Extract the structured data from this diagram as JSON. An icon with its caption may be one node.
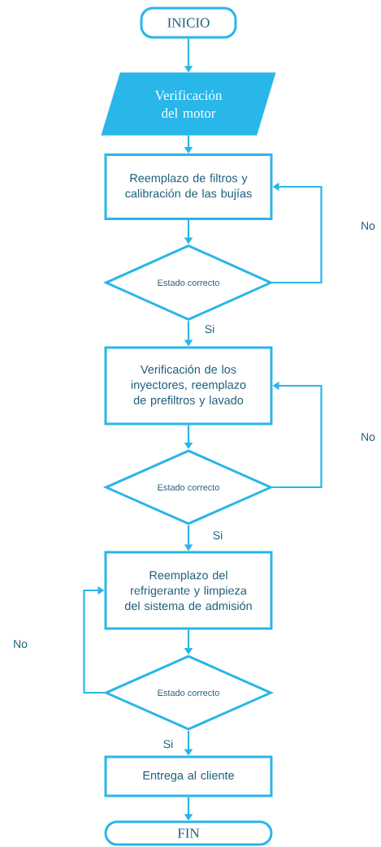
{
  "diagram": {
    "nodes": [
      {
        "text": [
          "INICIO"
        ]
      },
      {
        "text": [
          "Verificación del motor"
        ]
      },
      {
        "text": [
          "Reemplazo de filtros y calibración de las bujías"
        ]
      },
      {
        "text": [
          "Estado correcto"
        ]
      },
      {
        "text": [
          "Verificación de los inyectores, reemplazo de prefiltros y lavado"
        ]
      },
      {
        "text": [
          "Estado correcto"
        ]
      },
      {
        "text": [
          "Reemplazo del refrigerante y limpieza del sistema de admisión"
        ]
      },
      {
        "text": [
          "Estado correcto"
        ]
      },
      {
        "text": [
          "Entrega al cliente"
        ]
      },
      {
        "text": [
          "FIN"
        ]
      }
    ],
    "edges": [
      {
        "from": 0,
        "to": 1,
        "arrow": "to"
      },
      {
        "from": 1,
        "to": 2,
        "arrow": "to"
      },
      {
        "from": 2,
        "to": 3,
        "arrow": "to"
      },
      {
        "from": 3,
        "to": 2,
        "arrow": "to",
        "label": "No"
      },
      {
        "from": 3,
        "to": 4,
        "arrow": "to",
        "label": "Si"
      },
      {
        "from": 4,
        "to": 5,
        "arrow": "to"
      },
      {
        "from": 5,
        "to": 4,
        "arrow": "to",
        "label": "No"
      },
      {
        "from": 5,
        "to": 6,
        "arrow": "to",
        "label": "Si"
      },
      {
        "from": 6,
        "to": 7,
        "arrow": "to"
      },
      {
        "from": 7,
        "to": 6,
        "arrow": "to",
        "label": "No"
      },
      {
        "from": 7,
        "to": 8,
        "arrow": "to",
        "label": "Si"
      },
      {
        "from": 8,
        "to": 9,
        "arrow": "to"
      }
    ]
  }
}
